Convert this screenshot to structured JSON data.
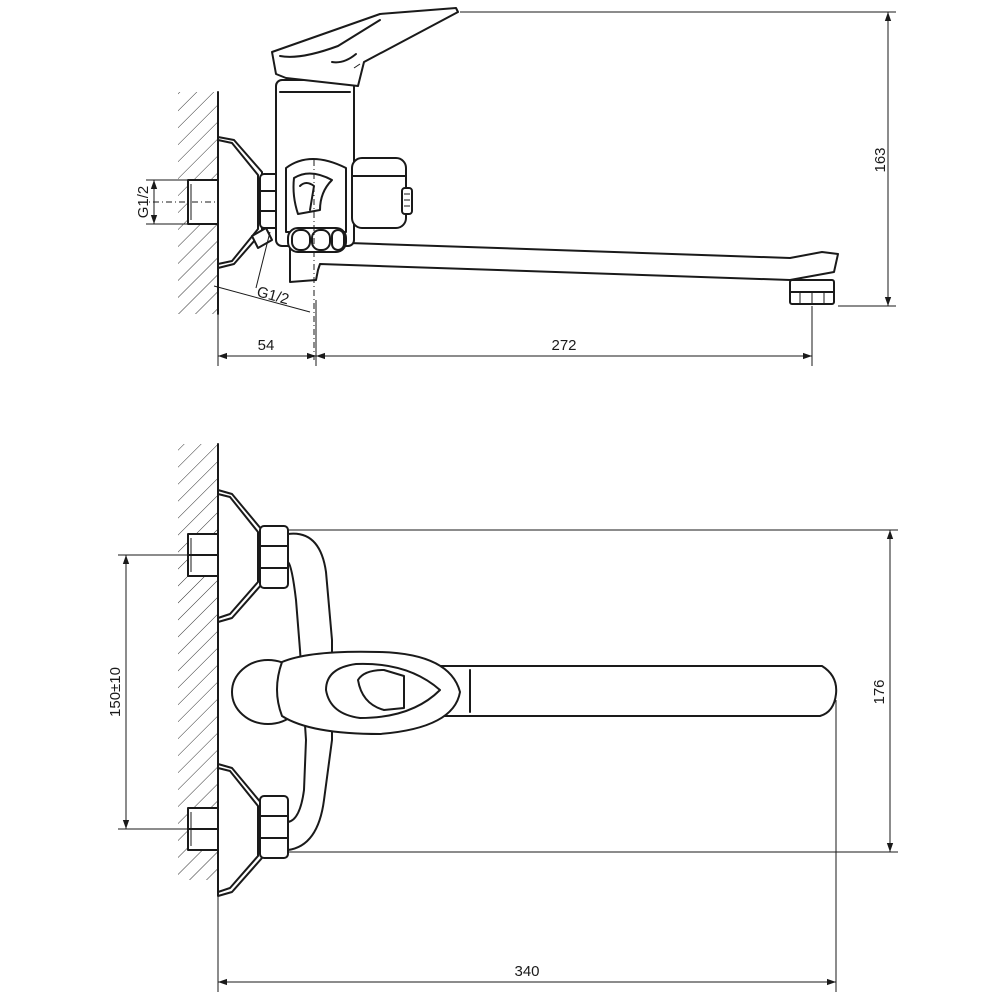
{
  "colors": {
    "line": "#1a1a1a",
    "background": "#ffffff"
  },
  "side_view": {
    "dim_width_left": "54",
    "dim_spout_length": "272",
    "dim_height": "163",
    "thread_inlet": "G1/2",
    "thread_outlet": "G1/2"
  },
  "top_view": {
    "dim_total_length": "340",
    "dim_body_height": "176",
    "dim_inlet_spacing": "150±10"
  }
}
